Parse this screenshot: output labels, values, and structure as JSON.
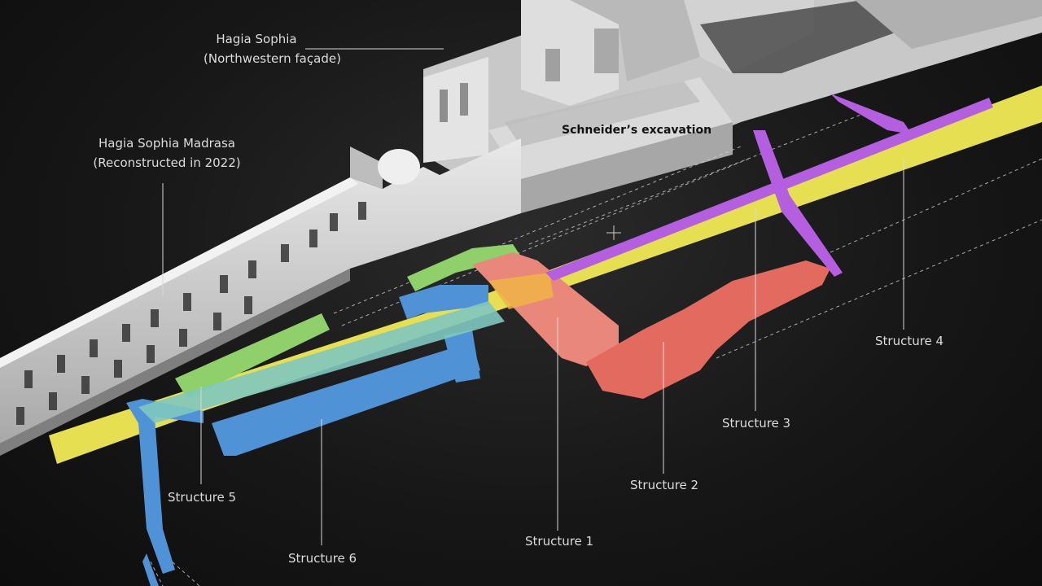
{
  "labels": {
    "facade_line1": "Hagia Sophia",
    "facade_line2": "(Northwestern façade)",
    "madrasa_line1": "Hagia Sophia Madrasa",
    "madrasa_line2": "(Reconstructed in 2022)",
    "excavation": "Schneider’s excavation",
    "structure_1": "Structure 1",
    "structure_2": "Structure 2",
    "structure_3": "Structure 3",
    "structure_4": "Structure 4",
    "structure_5": "Structure 5",
    "structure_6": "Structure 6"
  },
  "colors": {
    "background": "#141414",
    "building": "#cfcfcf",
    "structure_1": "#e9877a",
    "structure_2": "#e36a5e",
    "structure_3": "#b45fe0",
    "structure_4": "#e6df52",
    "structure_5": "#8fd06a",
    "structure_6": "#4f93d6",
    "leader_line": "#d8d8d8"
  }
}
